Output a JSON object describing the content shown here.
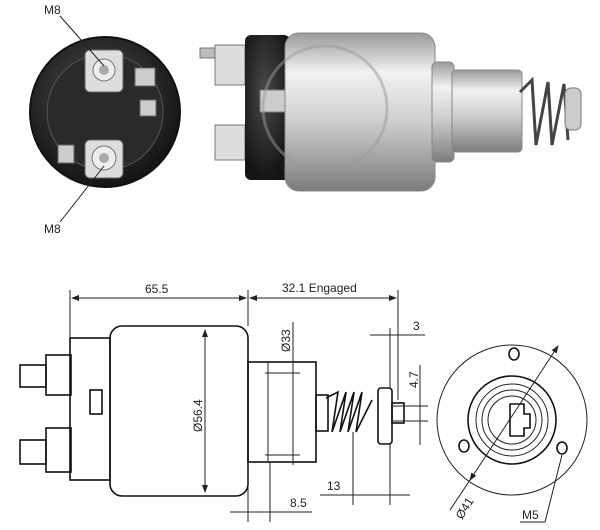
{
  "photo": {
    "end_view_labels": {
      "top_terminal": "M8",
      "bottom_terminal": "M8"
    }
  },
  "drawing": {
    "dimensions": {
      "body_length": "65.5",
      "engaged_travel": "32.1 Engaged",
      "flange_diameter": "Ø33",
      "tip_length": "3",
      "tip_diameter": "4.7",
      "body_diameter": "Ø56.4",
      "spring_length": "13",
      "flange_length": "8.5",
      "bolt_circle_diameter": "Ø41",
      "mount_thread": "M5"
    }
  }
}
